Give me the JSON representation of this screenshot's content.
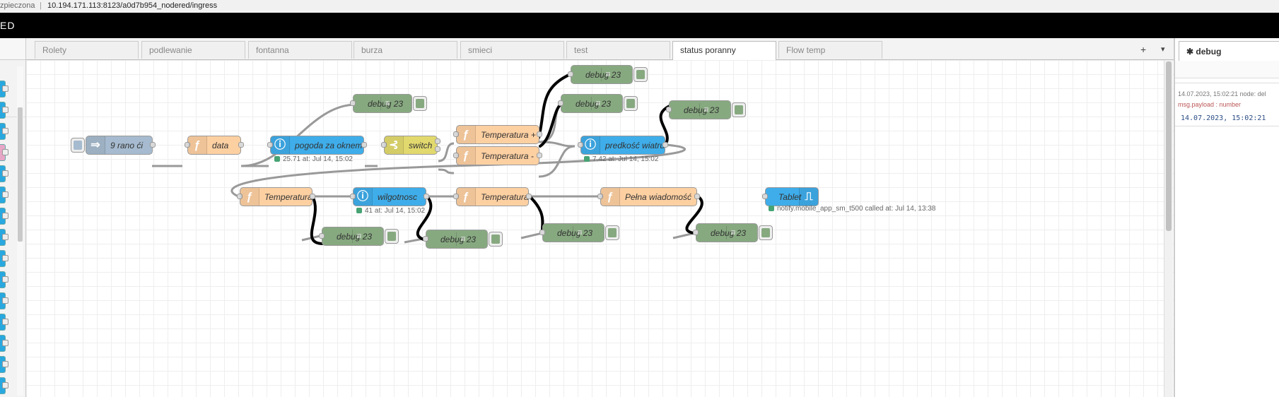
{
  "browser": {
    "security_text": "zpieczona",
    "url": "10.194.171.113:8123/a0d7b954_nodered/ingress"
  },
  "header": {
    "title_fragment": "ED"
  },
  "tabs": [
    {
      "label": "Rolety"
    },
    {
      "label": "podlewanie"
    },
    {
      "label": "fontanna"
    },
    {
      "label": "burza"
    },
    {
      "label": "smieci"
    },
    {
      "label": "test"
    },
    {
      "label": "status poranny",
      "active": true
    },
    {
      "label": "Flow temp"
    }
  ],
  "tab_controls": {
    "add": "+",
    "menu": "▾"
  },
  "nodes": {
    "inject": {
      "label": "9 rano ći",
      "type": "inject"
    },
    "data": {
      "label": "data",
      "type": "function"
    },
    "pogoda": {
      "label": "pogoda za oknem",
      "type": "api",
      "status": "25.71 at: Jul 14, 15:02"
    },
    "switch": {
      "label": "switch",
      "type": "switch"
    },
    "temp_plus": {
      "label": "Temperatura +",
      "type": "function"
    },
    "temp_minus": {
      "label": "Temperatura -",
      "type": "function"
    },
    "predkosc": {
      "label": "predkość wiatru",
      "type": "api",
      "status": "7.42 at: Jul 14, 15:02"
    },
    "temperatura1": {
      "label": "Temperatura",
      "type": "function"
    },
    "wilgotnosc": {
      "label": "wilgotnosc",
      "type": "api",
      "status": "41 at: Jul 14, 15:02"
    },
    "temperatura2": {
      "label": "Temperatura",
      "type": "function"
    },
    "pelna": {
      "label": "Pełna wiadomość",
      "type": "function"
    },
    "tablet": {
      "label": "Tablet",
      "type": "api",
      "status": "notify.mobile_app_sm_t500 called at: Jul 14, 13:38"
    },
    "debug_a": {
      "label": "debug 23",
      "type": "debug"
    },
    "debug_b": {
      "label": "debug 23",
      "type": "debug"
    },
    "debug_c": {
      "label": "debug 23",
      "type": "debug"
    },
    "debug_d": {
      "label": "debug 23",
      "type": "debug"
    },
    "debug_e": {
      "label": "debug 23",
      "type": "debug"
    },
    "debug_f": {
      "label": "debug 23",
      "type": "debug"
    },
    "debug_g": {
      "label": "debug 23",
      "type": "debug"
    },
    "debug_h": {
      "label": "debug 23",
      "type": "debug"
    }
  },
  "sidebar": {
    "tab_label": "debug",
    "tab_icon": "bug-icon",
    "message": {
      "meta": "14.07.2023, 15:02:21   node: del",
      "topic": "msg.payload : number",
      "value": "14.07.2023, 15:02:21"
    }
  },
  "colors": {
    "function": "#fdd0a2",
    "inject": "#a6bbcf",
    "api": "#3fadea",
    "switch": "#e2d96e",
    "debug": "#87a980",
    "status_ok": "#47a374"
  }
}
